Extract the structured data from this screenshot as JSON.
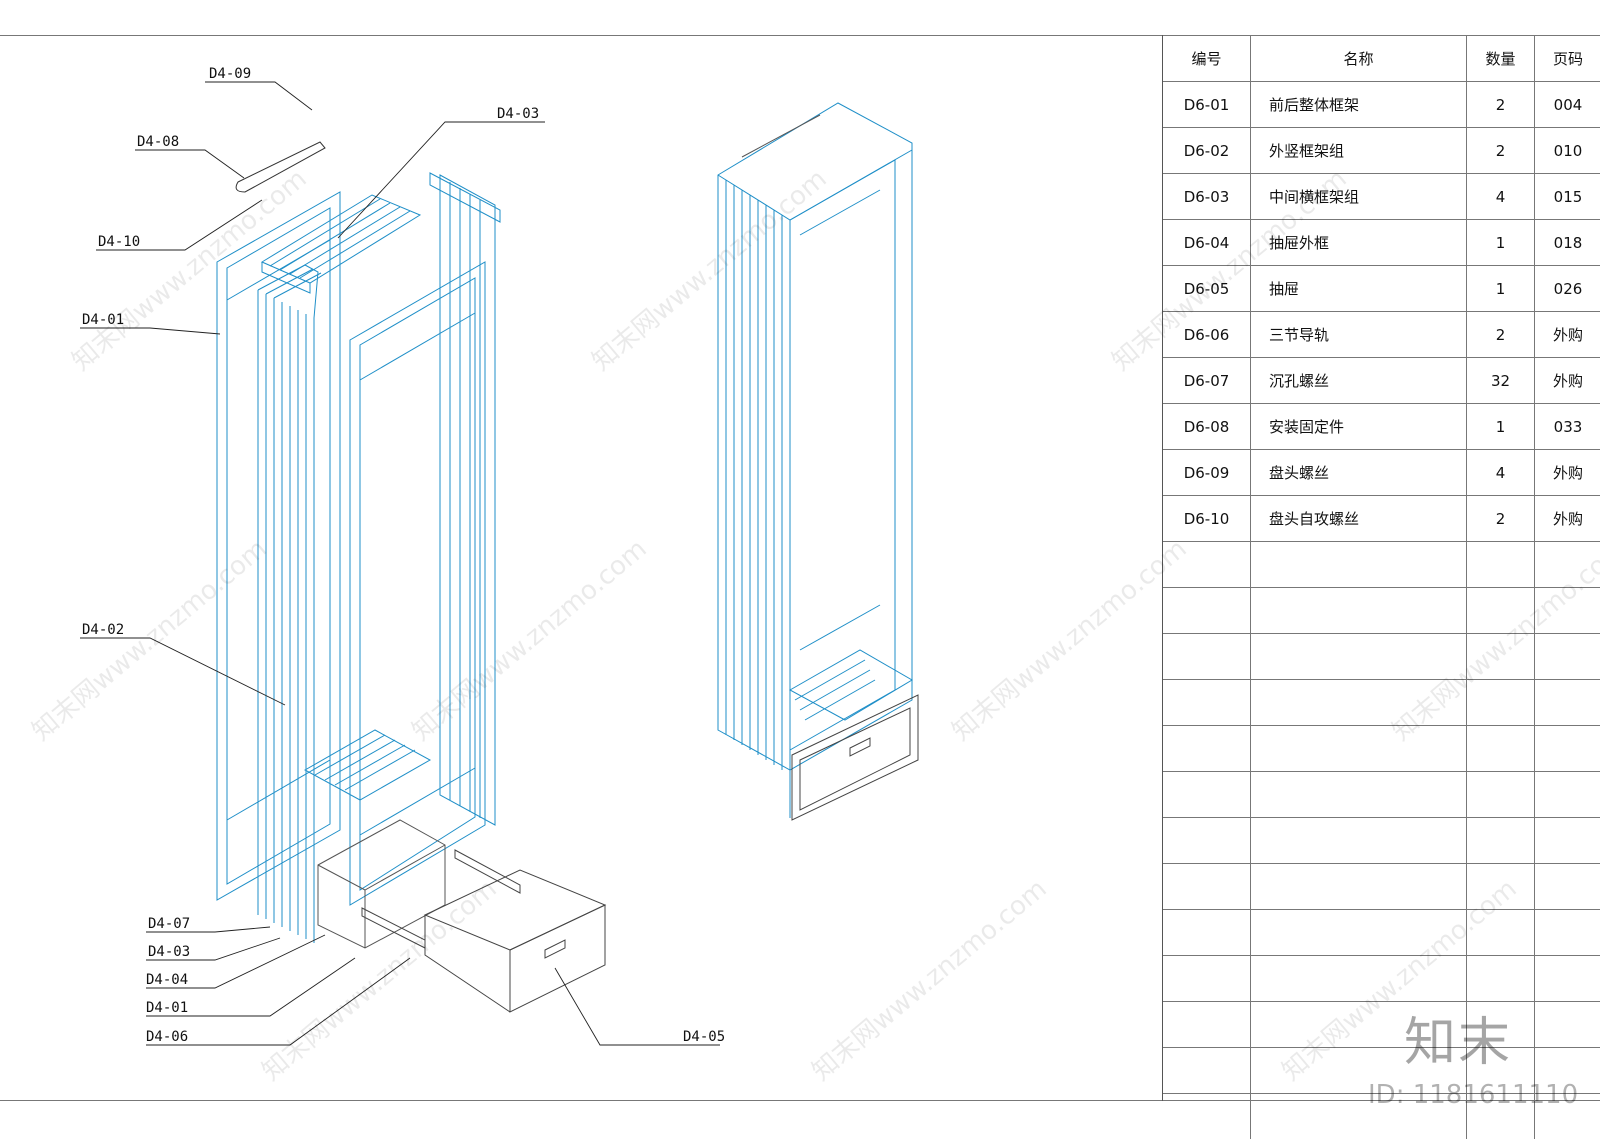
{
  "callouts": {
    "d4_09": "D4-09",
    "d4_08": "D4-08",
    "d4_10": "D4-10",
    "d4_01_top": "D4-01",
    "d4_03_top": "D4-03",
    "d4_02": "D4-02",
    "d4_07": "D4-07",
    "d4_03_bottom": "D4-03",
    "d4_04": "D4-04",
    "d4_01_bottom": "D4-01",
    "d4_06": "D4-06",
    "d4_05": "D4-05"
  },
  "bom": {
    "headers": {
      "no": "编号",
      "name": "名称",
      "qty": "数量",
      "page": "页码"
    },
    "rows": [
      {
        "no": "D6-01",
        "name": "前后整体框架",
        "qty": "2",
        "page": "004"
      },
      {
        "no": "D6-02",
        "name": "外竖框架组",
        "qty": "2",
        "page": "010"
      },
      {
        "no": "D6-03",
        "name": "中间横框架组",
        "qty": "4",
        "page": "015"
      },
      {
        "no": "D6-04",
        "name": "抽屉外框",
        "qty": "1",
        "page": "018"
      },
      {
        "no": "D6-05",
        "name": "抽屉",
        "qty": "1",
        "page": "026"
      },
      {
        "no": "D6-06",
        "name": "三节导轨",
        "qty": "2",
        "page": "外购"
      },
      {
        "no": "D6-07",
        "name": "沉孔螺丝",
        "qty": "32",
        "page": "外购"
      },
      {
        "no": "D6-08",
        "name": "安装固定件",
        "qty": "1",
        "page": "033"
      },
      {
        "no": "D6-09",
        "name": "盘头螺丝",
        "qty": "4",
        "page": "外购"
      },
      {
        "no": "D6-10",
        "name": "盘头自攻螺丝",
        "qty": "2",
        "page": "外购"
      }
    ]
  },
  "watermark": {
    "text": "知末网www.znzmo.com",
    "brand": "知末",
    "image_id": "ID: 1181611110"
  },
  "colors": {
    "line": "#1f8fc8",
    "edge": "#7a7a7a",
    "leader": "#222222"
  }
}
